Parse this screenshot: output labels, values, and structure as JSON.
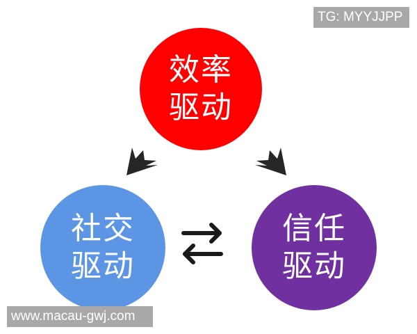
{
  "nodes": {
    "efficiency": {
      "line1": "效率",
      "line2": "驱动",
      "color": "#fe0000"
    },
    "social": {
      "line1": "社交",
      "line2": "驱动",
      "color": "#5b95e4"
    },
    "trust": {
      "line1": "信任",
      "line2": "驱动",
      "color": "#7030a0"
    }
  },
  "edges": [
    {
      "from": "efficiency",
      "to": "social",
      "type": "arrow"
    },
    {
      "from": "efficiency",
      "to": "trust",
      "type": "arrow"
    },
    {
      "between": [
        "social",
        "trust"
      ],
      "type": "bidirectional-arrows"
    }
  ],
  "watermarks": {
    "top_right": "TG: MYYJJPP",
    "bottom_left": "www.macau-gwj.com"
  }
}
